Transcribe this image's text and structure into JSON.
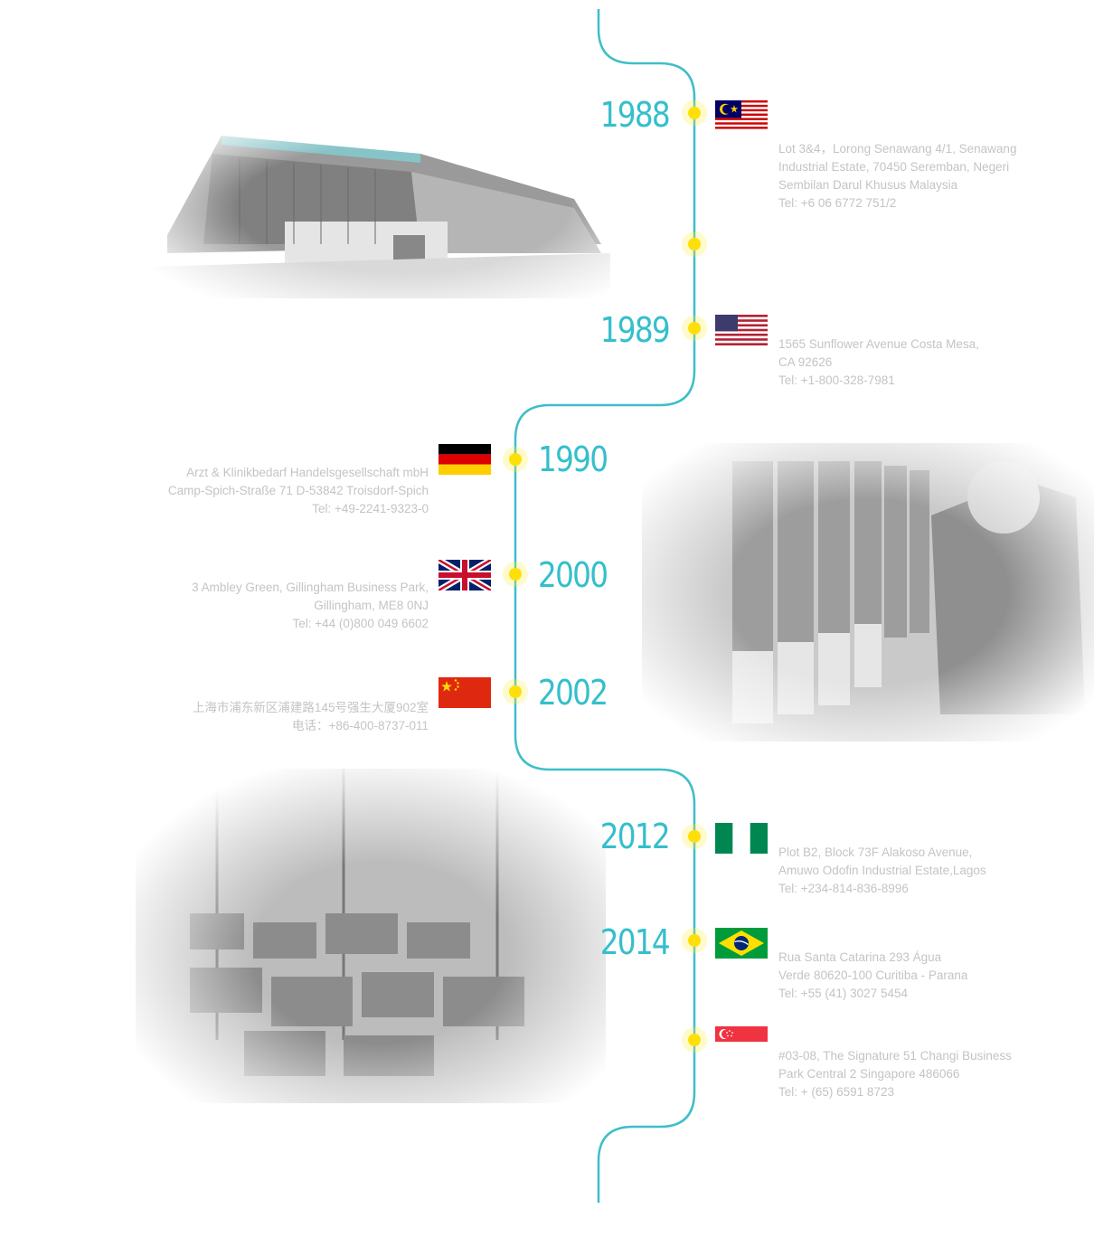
{
  "palette": {
    "line": "#3fbec9",
    "year": "#34bfcb",
    "dot": "#ffdf0a",
    "address": "#c4c4c4"
  },
  "photos": [
    {
      "name": "factory-exterior-photo"
    },
    {
      "name": "glove-production-photo"
    },
    {
      "name": "warehouse-photo"
    }
  ],
  "milestones": [
    {
      "year": "1988",
      "flag": "malaysia-flag",
      "address": [
        "Lot 3&4，Lorong Senawang 4/1, Senawang",
        "Industrial Estate, 70450 Seremban, Negeri",
        "Sembilan Darul Khusus Malaysia",
        "Tel: +6 06 6772 751/2"
      ]
    },
    {
      "year": "1989",
      "flag": "usa-flag",
      "address": [
        "1565 Sunflower Avenue Costa Mesa,",
        "CA 92626",
        "Tel: +1-800-328-7981"
      ]
    },
    {
      "year": "1990",
      "flag": "germany-flag",
      "address": [
        "Arzt & Klinikbedarf Handelsgesellschaft mbH",
        "Camp-Spich-Straße 71 D-53842 Troisdorf-Spich",
        "Tel: +49-2241-9323-0"
      ]
    },
    {
      "year": "2000",
      "flag": "uk-flag",
      "address": [
        "3 Ambley Green, Gillingham Business Park,",
        "Gillingham, ME8 0NJ",
        "Tel: +44 (0)800 049 6602"
      ]
    },
    {
      "year": "2002",
      "flag": "china-flag",
      "address": [
        "上海市浦东新区浦建路145号强生大厦902室",
        "电话：+86-400-8737-011"
      ]
    },
    {
      "year": "2012",
      "flag": "nigeria-flag",
      "address": [
        "Plot B2, Block 73F Alakoso Avenue,",
        "Amuwo Odofin Industrial Estate,Lagos",
        "Tel: +234-814-836-8996"
      ]
    },
    {
      "year": "2014",
      "flag": "brazil-flag",
      "address": [
        "Rua Santa Catarina 293 Água",
        "Verde 80620-100 Curitiba - Parana",
        "Tel: +55 (41) 3027 5454"
      ]
    },
    {
      "year": "",
      "flag": "singapore-flag",
      "address": [
        "#03-08, The Signature 51 Changi Business",
        "Park Central 2 Singapore 486066",
        "Tel: + (65) 6591 8723"
      ]
    }
  ]
}
